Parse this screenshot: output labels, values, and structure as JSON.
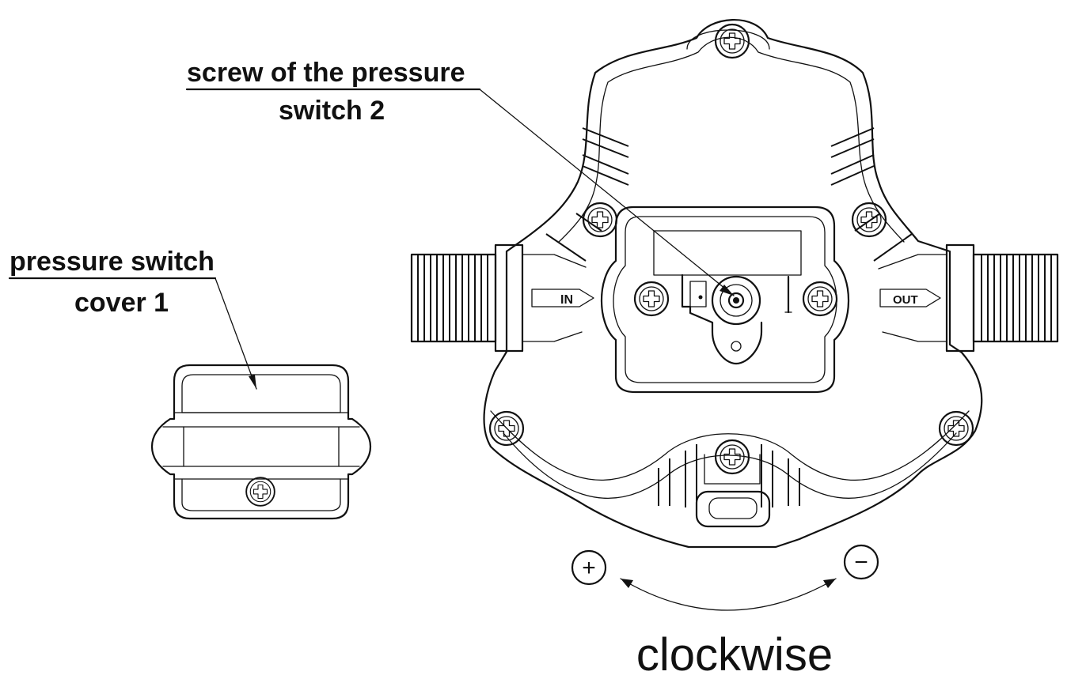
{
  "labels": {
    "screw_line1": "screw of the pressure",
    "screw_line2": "switch 2",
    "cover_line1": "pressure switch",
    "cover_line2": "cover 1",
    "inlet": "IN",
    "outlet": "OUT",
    "plus": "+",
    "minus": "−",
    "direction": "clockwise"
  },
  "icons": {
    "screw_head": "cross-head-screw-icon",
    "arrow": "curved-double-arrow-icon"
  },
  "colors": {
    "line": "#111111",
    "background": "#ffffff"
  }
}
